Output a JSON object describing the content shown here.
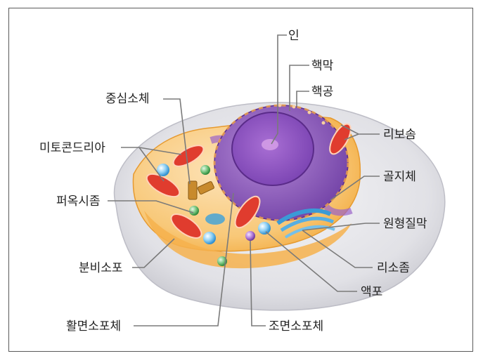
{
  "labels": {
    "nucleolus": "인",
    "nuclear_envelope": "핵막",
    "nuclear_pore": "핵공",
    "centrosome": "중심소체",
    "mitochondria": "미토콘드리아",
    "ribosome": "리보솜",
    "golgi": "골지체",
    "peroxisome": "퍼옥시좀",
    "plasma_membrane": "원형질막",
    "secretory_vesicle": "분비소포",
    "lysosome": "리소좀",
    "vacuole": "액포",
    "smooth_er": "활면소포체",
    "rough_er": "조면소포체"
  }
}
